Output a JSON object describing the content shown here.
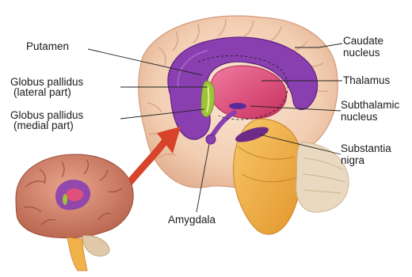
{
  "labels": {
    "putamen": "Putamen",
    "gp_lateral_1": "Globus pallidus",
    "gp_lateral_2": "(lateral part)",
    "gp_medial_1": "Globus pallidus",
    "gp_medial_2": "(medial part)",
    "caudate_1": "Caudate",
    "caudate_2": "nucleus",
    "thalamus": "Thalamus",
    "subthalamic_1": "Subthalamic",
    "subthalamic_2": "nucleus",
    "nigra_1": "Substantia",
    "nigra_2": "nigra",
    "amygdala": "Amygdala"
  },
  "colors": {
    "cortex": "#f2cdb1",
    "cortex_dark": "#d9a283",
    "caudate_putamen": "#8a3fb0",
    "thalamus": "#e0507a",
    "globus_pallidus": "#9bc43a",
    "brainstem": "#f2b24a",
    "arrow": "#d8432c",
    "small_brain": "#c97862"
  }
}
